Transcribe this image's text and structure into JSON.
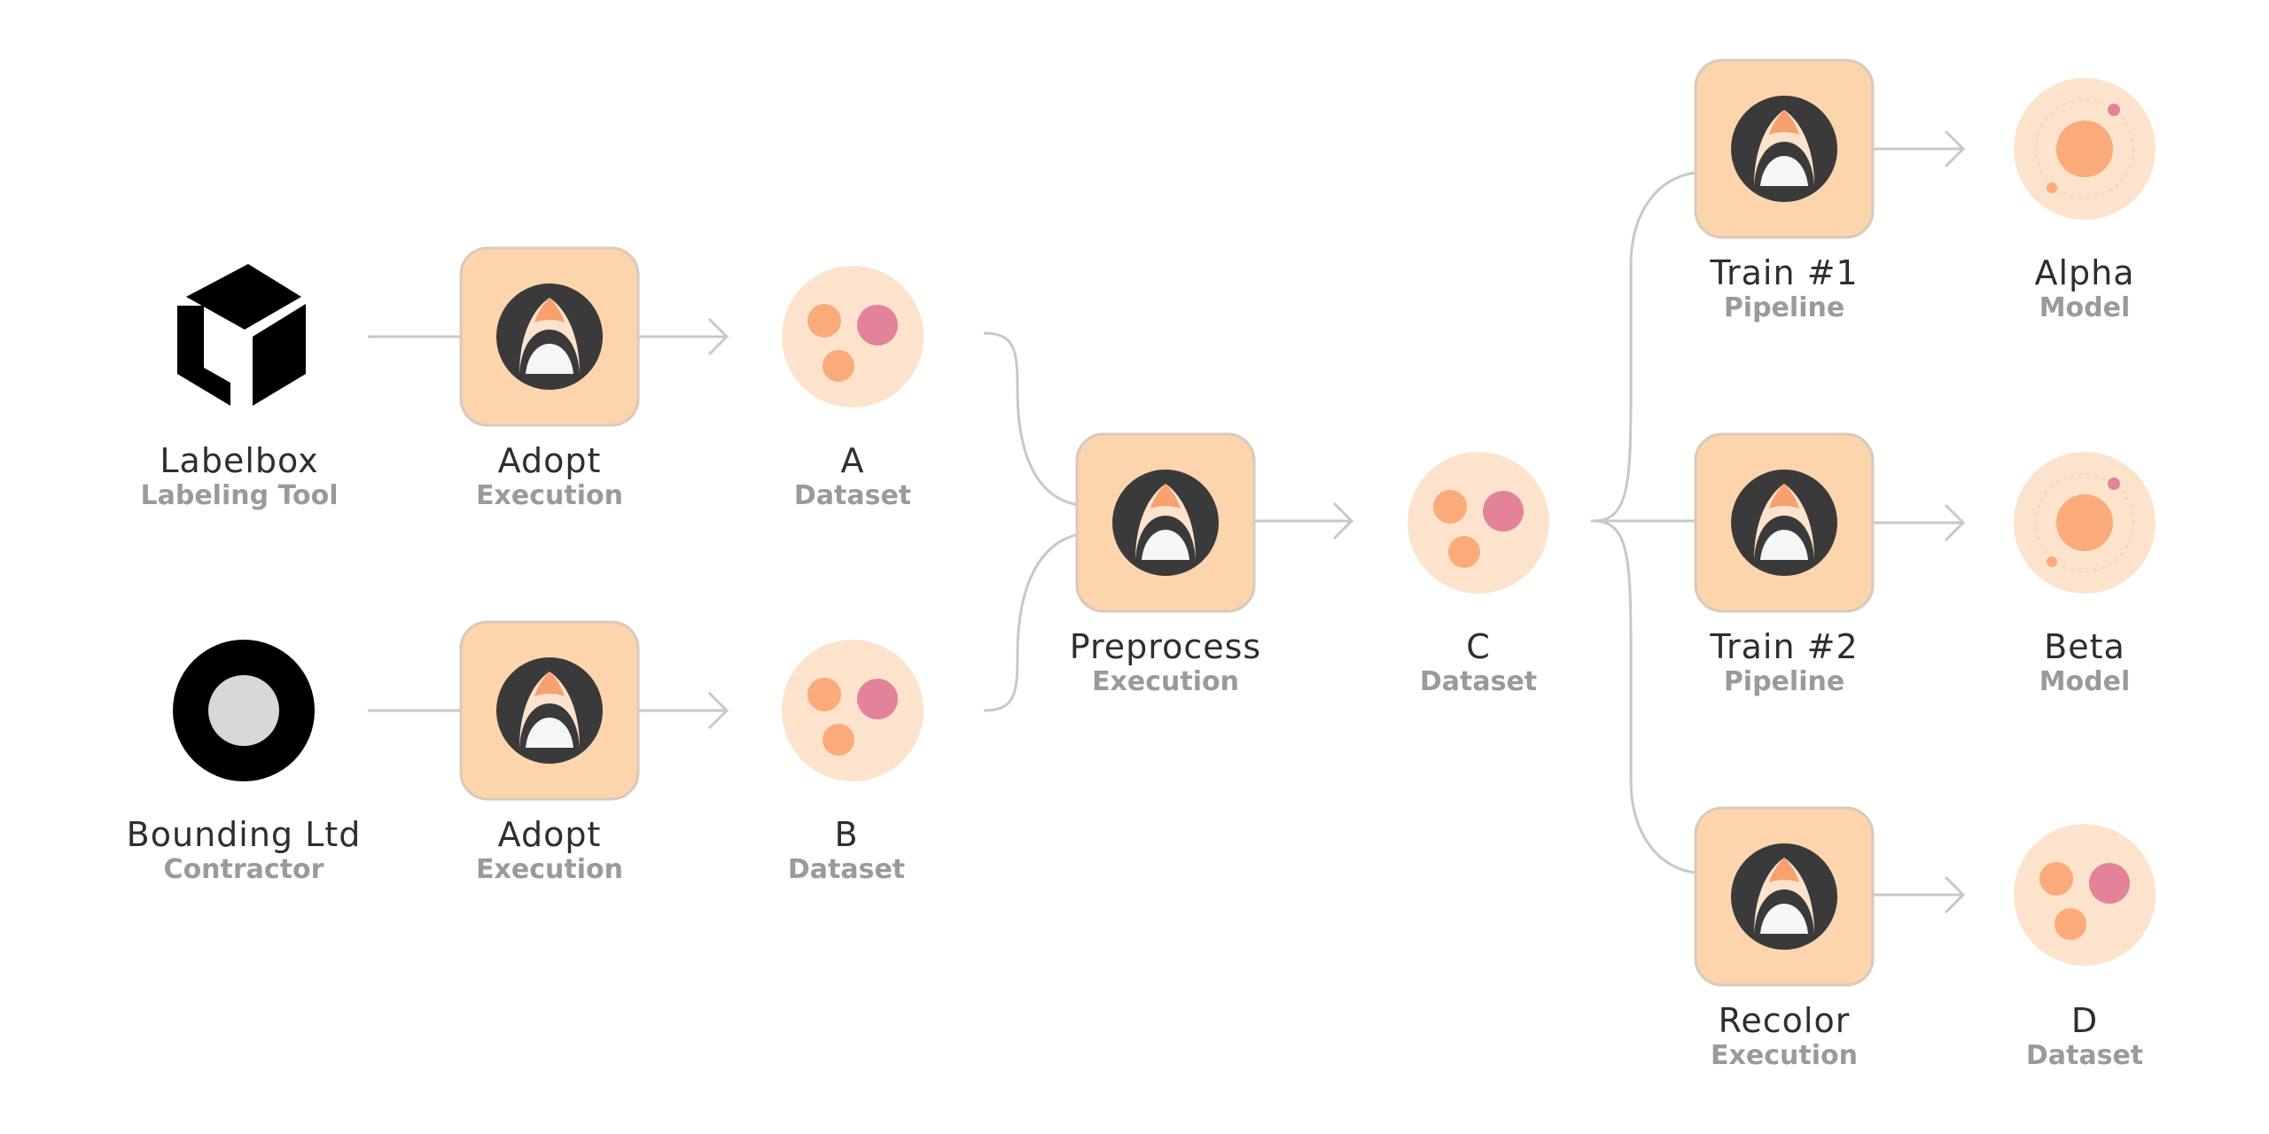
{
  "nodes": {
    "labelbox": {
      "title": "Labelbox",
      "subtitle": "Labeling Tool",
      "icon": "labelbox-cube-logo"
    },
    "bounding": {
      "title": "Bounding Ltd",
      "subtitle": "Contractor",
      "icon": "bounding-ring-logo"
    },
    "adopt_top": {
      "title": "Adopt",
      "subtitle": "Execution",
      "icon": "shark-icon"
    },
    "adopt_bottom": {
      "title": "Adopt",
      "subtitle": "Execution",
      "icon": "shark-icon"
    },
    "dataset_a": {
      "title": "A",
      "subtitle": "Dataset",
      "icon": "dataset-dots-icon"
    },
    "dataset_b": {
      "title": "B",
      "subtitle": "Dataset",
      "icon": "dataset-dots-icon"
    },
    "preprocess": {
      "title": "Preprocess",
      "subtitle": "Execution",
      "icon": "shark-icon"
    },
    "dataset_c": {
      "title": "C",
      "subtitle": "Dataset",
      "icon": "dataset-dots-icon"
    },
    "train1": {
      "title": "Train #1",
      "subtitle": "Pipeline",
      "icon": "shark-icon"
    },
    "train2": {
      "title": "Train #2",
      "subtitle": "Pipeline",
      "icon": "shark-icon"
    },
    "recolor": {
      "title": "Recolor",
      "subtitle": "Execution",
      "icon": "shark-icon"
    },
    "model_alpha": {
      "title": "Alpha",
      "subtitle": "Model",
      "icon": "model-orbit-icon"
    },
    "model_beta": {
      "title": "Beta",
      "subtitle": "Model",
      "icon": "model-orbit-icon"
    },
    "dataset_d": {
      "title": "D",
      "subtitle": "Dataset",
      "icon": "dataset-dots-icon"
    }
  },
  "colors": {
    "tile_fill": "#fdd5ac",
    "tile_stroke": "#d9c9bb",
    "circle_fill": "#fde3cc",
    "dot_orange": "#fbaa7a",
    "dot_pink": "#e38299",
    "connector": "#c8c8c8",
    "logo_black": "#000000",
    "ring_gray": "#d8d8d8",
    "shark_dark": "#3a3a3a"
  }
}
